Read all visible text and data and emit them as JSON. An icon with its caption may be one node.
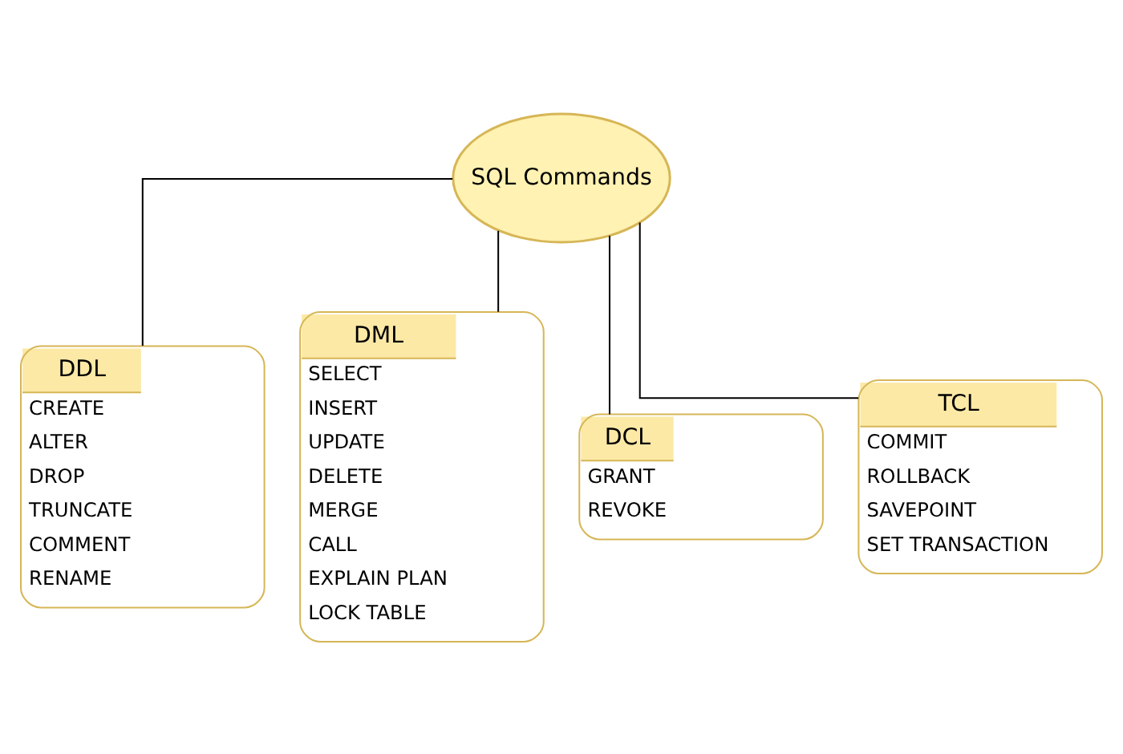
{
  "diagram": {
    "nodes": [
      {
        "text": [
          "SQL Commands"
        ]
      },
      {
        "text": [
          "DDL",
          "CREATE",
          "ALTER",
          "DROP",
          "TRUNCATE",
          "COMMENT",
          "RENAME"
        ]
      },
      {
        "text": [
          "DML",
          "SELECT",
          "INSERT",
          "UPDATE",
          "DELETE",
          "MERGE",
          "CALL",
          "EXPLAIN PLAN",
          "LOCK TABLE"
        ]
      },
      {
        "text": [
          "DCL",
          "GRANT",
          "REVOKE"
        ]
      },
      {
        "text": [
          "TCL",
          "COMMIT",
          "ROLLBACK",
          "SAVEPOINT",
          "SET TRANSACTION"
        ]
      }
    ],
    "edges": [
      {
        "from": 0,
        "to": 1,
        "arrow": "none"
      },
      {
        "from": 0,
        "to": 2,
        "arrow": "none"
      },
      {
        "from": 0,
        "to": 3,
        "arrow": "none"
      },
      {
        "from": 0,
        "to": 4,
        "arrow": "none"
      }
    ]
  }
}
